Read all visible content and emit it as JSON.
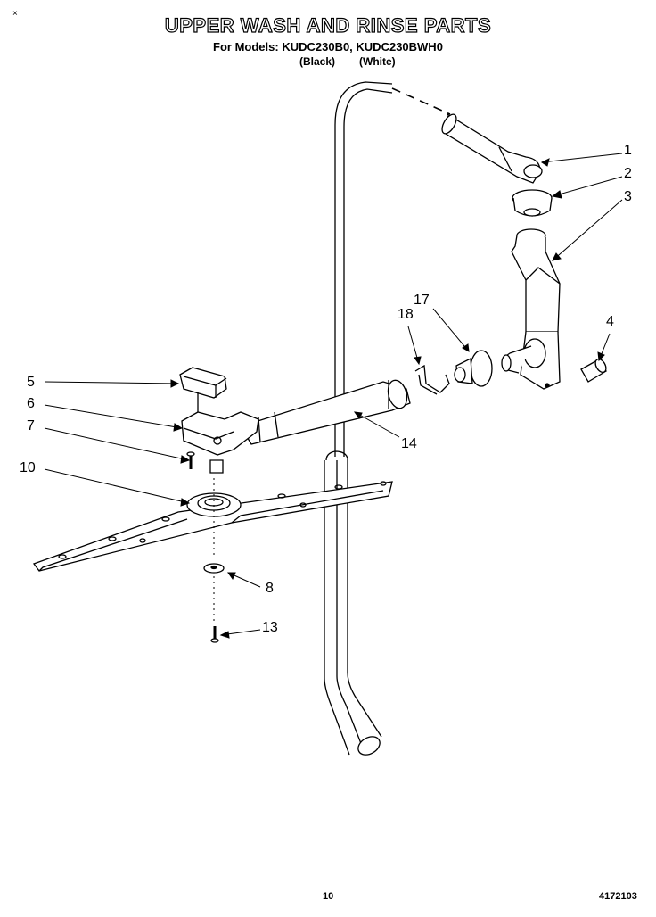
{
  "header": {
    "corner_mark": "×",
    "title": "UPPER WASH AND RINSE PARTS",
    "models_line": "For Models: KUDC230B0, KUDC230BWH0",
    "variant_black": "(Black)",
    "variant_white": "(White)"
  },
  "callouts": {
    "c1": "1",
    "c2": "2",
    "c3": "3",
    "c4": "4",
    "c5": "5",
    "c6": "6",
    "c7": "7",
    "c8": "8",
    "c10": "10",
    "c13": "13",
    "c14": "14",
    "c17": "17",
    "c18": "18"
  },
  "footer": {
    "page_number": "10",
    "doc_number": "4172103"
  }
}
